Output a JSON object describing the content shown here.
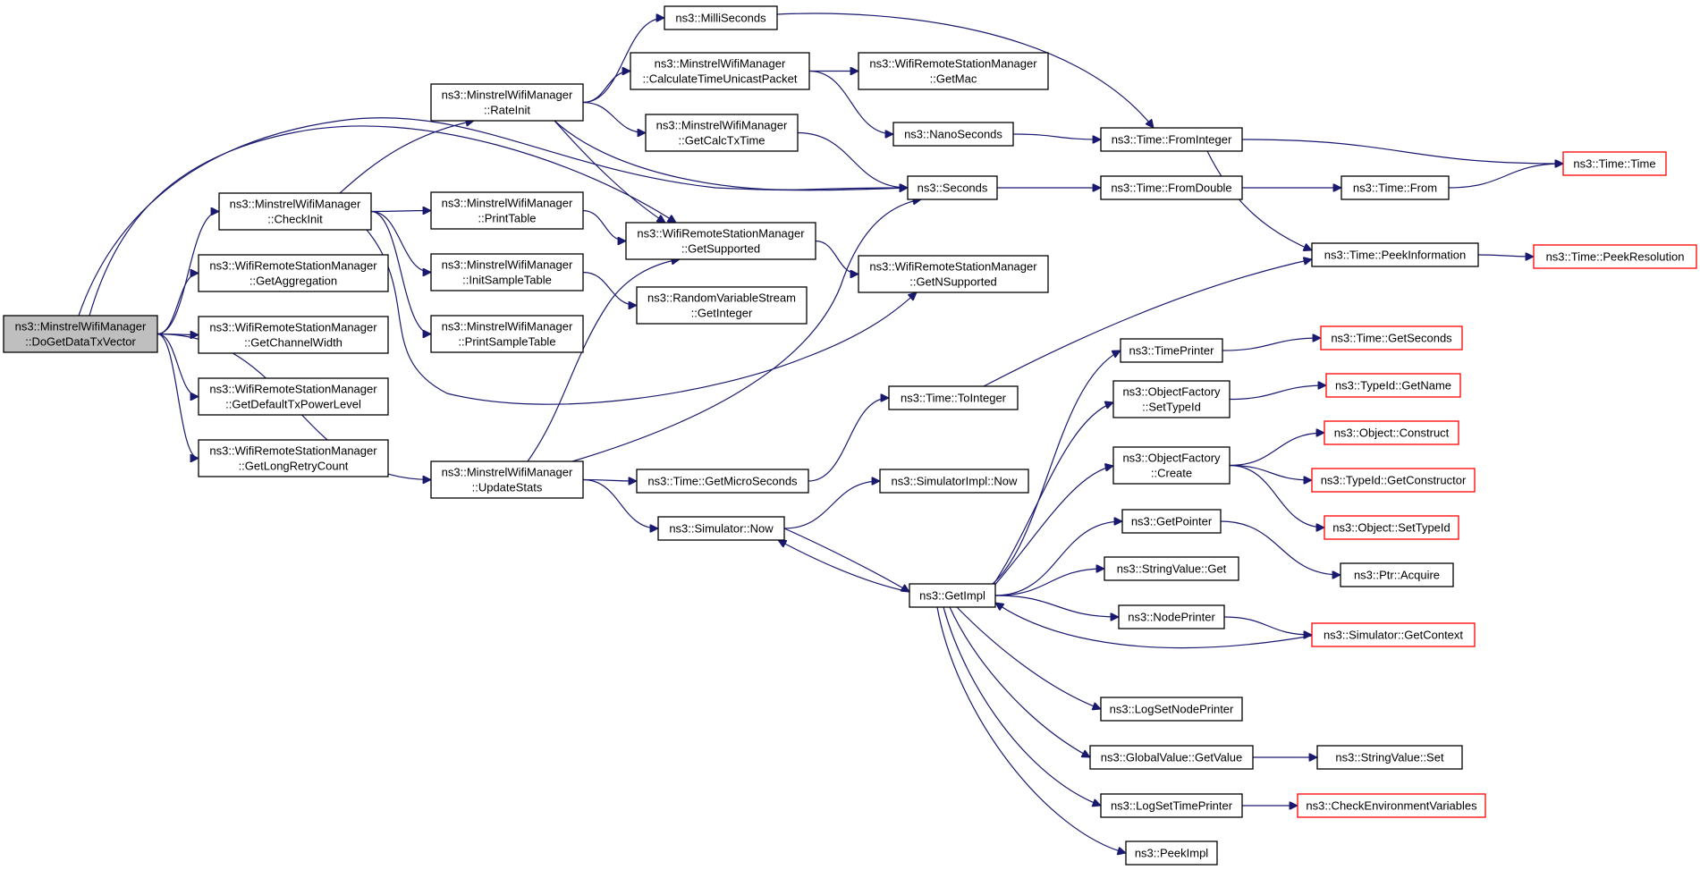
{
  "graph": {
    "colors": {
      "edge": "#191970",
      "truncated_border": "#ff0000",
      "root_fill": "#bfbfbf",
      "node_fill": "#ffffff",
      "node_border": "#000000"
    },
    "nodes": [
      {
        "id": "root",
        "lines": [
          "ns3::MinstrelWifiManager",
          "::DoGetDataTxVector"
        ],
        "style": "root"
      },
      {
        "id": "checkinit",
        "lines": [
          "ns3::MinstrelWifiManager",
          "::CheckInit"
        ]
      },
      {
        "id": "getaggregation",
        "lines": [
          "ns3::WifiRemoteStationManager",
          "::GetAggregation"
        ]
      },
      {
        "id": "getchannelwidth",
        "lines": [
          "ns3::WifiRemoteStationManager",
          "::GetChannelWidth"
        ]
      },
      {
        "id": "getdefaulttxpowerlevel",
        "lines": [
          "ns3::WifiRemoteStationManager",
          "::GetDefaultTxPowerLevel"
        ]
      },
      {
        "id": "getlongretrycount",
        "lines": [
          "ns3::WifiRemoteStationManager",
          "::GetLongRetryCount"
        ]
      },
      {
        "id": "rateinit",
        "lines": [
          "ns3::MinstrelWifiManager",
          "::RateInit"
        ]
      },
      {
        "id": "printtable",
        "lines": [
          "ns3::MinstrelWifiManager",
          "::PrintTable"
        ]
      },
      {
        "id": "initsampletable",
        "lines": [
          "ns3::MinstrelWifiManager",
          "::InitSampleTable"
        ]
      },
      {
        "id": "printsampletable",
        "lines": [
          "ns3::MinstrelWifiManager",
          "::PrintSampleTable"
        ]
      },
      {
        "id": "updatestats",
        "lines": [
          "ns3::MinstrelWifiManager",
          "::UpdateStats"
        ]
      },
      {
        "id": "millis",
        "lines": [
          "ns3::MilliSeconds"
        ]
      },
      {
        "id": "calctimeunicast",
        "lines": [
          "ns3::MinstrelWifiManager",
          "::CalculateTimeUnicastPacket"
        ]
      },
      {
        "id": "getcalctxtime",
        "lines": [
          "ns3::MinstrelWifiManager",
          "::GetCalcTxTime"
        ]
      },
      {
        "id": "getsupported",
        "lines": [
          "ns3::WifiRemoteStationManager",
          "::GetSupported"
        ]
      },
      {
        "id": "getinteger",
        "lines": [
          "ns3::RandomVariableStream",
          "::GetInteger"
        ]
      },
      {
        "id": "getmicroseconds",
        "lines": [
          "ns3::Time::GetMicroSeconds"
        ]
      },
      {
        "id": "simnow",
        "lines": [
          "ns3::Simulator::Now"
        ]
      },
      {
        "id": "getmac",
        "lines": [
          "ns3::WifiRemoteStationManager",
          "::GetMac"
        ]
      },
      {
        "id": "nanoseconds",
        "lines": [
          "ns3::NanoSeconds"
        ]
      },
      {
        "id": "seconds",
        "lines": [
          "ns3::Seconds"
        ]
      },
      {
        "id": "getnsupported",
        "lines": [
          "ns3::WifiRemoteStationManager",
          "::GetNSupported"
        ]
      },
      {
        "id": "timetointeger",
        "lines": [
          "ns3::Time::ToInteger"
        ]
      },
      {
        "id": "simimplnow",
        "lines": [
          "ns3::SimulatorImpl::Now"
        ]
      },
      {
        "id": "getimpl",
        "lines": [
          "ns3::GetImpl"
        ]
      },
      {
        "id": "frominteger",
        "lines": [
          "ns3::Time::FromInteger"
        ]
      },
      {
        "id": "fromdouble",
        "lines": [
          "ns3::Time::FromDouble"
        ]
      },
      {
        "id": "timeprinter",
        "lines": [
          "ns3::TimePrinter"
        ]
      },
      {
        "id": "settypeid",
        "lines": [
          "ns3::ObjectFactory",
          "::SetTypeId"
        ]
      },
      {
        "id": "ofcreate",
        "lines": [
          "ns3::ObjectFactory",
          "::Create"
        ]
      },
      {
        "id": "getpointer",
        "lines": [
          "ns3::GetPointer"
        ]
      },
      {
        "id": "stringvalueget",
        "lines": [
          "ns3::StringValue::Get"
        ]
      },
      {
        "id": "nodeprinter",
        "lines": [
          "ns3::NodePrinter"
        ]
      },
      {
        "id": "logsetnodeprinter",
        "lines": [
          "ns3::LogSetNodePrinter"
        ]
      },
      {
        "id": "globalgetvalue",
        "lines": [
          "ns3::GlobalValue::GetValue"
        ]
      },
      {
        "id": "logsettimeprinter",
        "lines": [
          "ns3::LogSetTimePrinter"
        ]
      },
      {
        "id": "peekimpl",
        "lines": [
          "ns3::PeekImpl"
        ]
      },
      {
        "id": "timefrom",
        "lines": [
          "ns3::Time::From"
        ]
      },
      {
        "id": "peekinformation",
        "lines": [
          "ns3::Time::PeekInformation"
        ]
      },
      {
        "id": "timetime",
        "lines": [
          "ns3::Time::Time"
        ],
        "style": "trunc"
      },
      {
        "id": "peekresolution",
        "lines": [
          "ns3::Time::PeekResolution"
        ],
        "style": "trunc"
      },
      {
        "id": "timegetseconds",
        "lines": [
          "ns3::Time::GetSeconds"
        ],
        "style": "trunc"
      },
      {
        "id": "typeidgetname",
        "lines": [
          "ns3::TypeId::GetName"
        ],
        "style": "trunc"
      },
      {
        "id": "objectconstruct",
        "lines": [
          "ns3::Object::Construct"
        ],
        "style": "trunc"
      },
      {
        "id": "typeidgetconstructor",
        "lines": [
          "ns3::TypeId::GetConstructor"
        ],
        "style": "trunc"
      },
      {
        "id": "objectsettypeid",
        "lines": [
          "ns3::Object::SetTypeId"
        ],
        "style": "trunc"
      },
      {
        "id": "ptracquire",
        "lines": [
          "ns3::Ptr::Acquire"
        ]
      },
      {
        "id": "simgetcontext",
        "lines": [
          "ns3::Simulator::GetContext"
        ],
        "style": "trunc"
      },
      {
        "id": "stringvalueset",
        "lines": [
          "ns3::StringValue::Set"
        ]
      },
      {
        "id": "checkenv",
        "lines": [
          "ns3::CheckEnvironmentVariables"
        ],
        "style": "trunc"
      }
    ],
    "edges": [
      [
        "root",
        "checkinit"
      ],
      [
        "root",
        "getaggregation"
      ],
      [
        "root",
        "getchannelwidth"
      ],
      [
        "root",
        "getdefaulttxpowerlevel"
      ],
      [
        "root",
        "getlongretrycount"
      ],
      [
        "root",
        "updatestats"
      ],
      [
        "root",
        "getsupported"
      ],
      [
        "root",
        "seconds"
      ],
      [
        "checkinit",
        "rateinit"
      ],
      [
        "checkinit",
        "printtable"
      ],
      [
        "checkinit",
        "initsampletable"
      ],
      [
        "checkinit",
        "printsampletable"
      ],
      [
        "checkinit",
        "getnsupported"
      ],
      [
        "rateinit",
        "millis"
      ],
      [
        "rateinit",
        "calctimeunicast"
      ],
      [
        "rateinit",
        "getcalctxtime"
      ],
      [
        "rateinit",
        "getsupported"
      ],
      [
        "rateinit",
        "seconds"
      ],
      [
        "printtable",
        "getsupported"
      ],
      [
        "initsampletable",
        "getinteger"
      ],
      [
        "updatestats",
        "getsupported"
      ],
      [
        "updatestats",
        "seconds"
      ],
      [
        "updatestats",
        "getmicroseconds"
      ],
      [
        "updatestats",
        "simnow"
      ],
      [
        "calctimeunicast",
        "getmac"
      ],
      [
        "calctimeunicast",
        "nanoseconds"
      ],
      [
        "getcalctxtime",
        "seconds"
      ],
      [
        "getsupported",
        "getnsupported"
      ],
      [
        "getmicroseconds",
        "timetointeger"
      ],
      [
        "simnow",
        "simimplnow"
      ],
      [
        "simnow",
        "getimpl"
      ],
      [
        "millis",
        "frominteger"
      ],
      [
        "nanoseconds",
        "frominteger"
      ],
      [
        "seconds",
        "fromdouble"
      ],
      [
        "timetointeger",
        "peekinformation"
      ],
      [
        "frominteger",
        "timetime"
      ],
      [
        "frominteger",
        "peekinformation"
      ],
      [
        "fromdouble",
        "timefrom"
      ],
      [
        "timefrom",
        "timetime"
      ],
      [
        "peekinformation",
        "peekresolution"
      ],
      [
        "getimpl",
        "simnow"
      ],
      [
        "getimpl",
        "timeprinter"
      ],
      [
        "getimpl",
        "settypeid"
      ],
      [
        "getimpl",
        "ofcreate"
      ],
      [
        "getimpl",
        "getpointer"
      ],
      [
        "getimpl",
        "stringvalueget"
      ],
      [
        "getimpl",
        "nodeprinter"
      ],
      [
        "getimpl",
        "logsetnodeprinter"
      ],
      [
        "getimpl",
        "globalgetvalue"
      ],
      [
        "getimpl",
        "logsettimeprinter"
      ],
      [
        "getimpl",
        "peekimpl"
      ],
      [
        "timeprinter",
        "timegetseconds"
      ],
      [
        "settypeid",
        "typeidgetname"
      ],
      [
        "ofcreate",
        "objectconstruct"
      ],
      [
        "ofcreate",
        "typeidgetconstructor"
      ],
      [
        "ofcreate",
        "objectsettypeid"
      ],
      [
        "getpointer",
        "ptracquire"
      ],
      [
        "nodeprinter",
        "simgetcontext"
      ],
      [
        "simgetcontext",
        "getimpl"
      ],
      [
        "globalgetvalue",
        "stringvalueset"
      ],
      [
        "logsettimeprinter",
        "checkenv"
      ]
    ]
  }
}
